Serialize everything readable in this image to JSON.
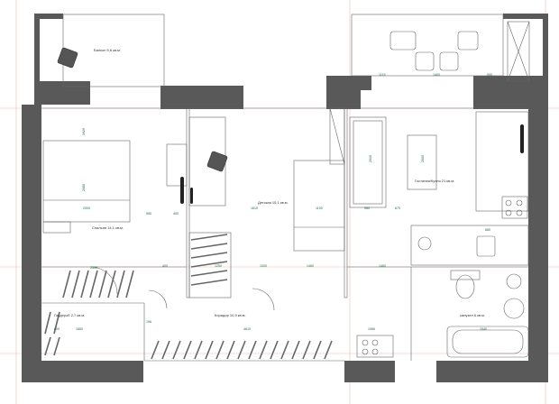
{
  "rooms": {
    "balcony_left": "Балкон 5,6 кв.м.",
    "bedroom": "Спальня 14,1 кв.м.",
    "nursery": "Детская 15,1 кв.м.",
    "living_kitchen": "Гостиная/Кухня 21 кв.м.",
    "wardrobe": "Гардероб 2,7 кв.м.",
    "corridor": "Коридор 10,9 кв.м.",
    "bathroom": "санузел 6 кв.м."
  },
  "dims": {
    "d_1115": "1115",
    "d_1400": "1400",
    "d_900": "900",
    "d_1920": "1920",
    "d_2000": "2000",
    "d_2080": "2080",
    "d_2350": "2350",
    "d_950": "950",
    "d_400": "400",
    "d_1610": "1610",
    "d_1100": "1100",
    "d_1460": "1460",
    "d_670": "670",
    "d_1000": "1000",
    "d_1460b": "1460",
    "d_1650": "1650",
    "d_4610": "4610",
    "d_1066": "1066",
    "d_1540": "1540",
    "d_1250": "1250",
    "d_980": "980",
    "d_600": "600",
    "d_400b": "400",
    "d_2010": "2010",
    "d_2500": "2500",
    "d_680": "680",
    "d_196": "196"
  },
  "colors": {
    "wall": "#595959",
    "line": "#666666",
    "guide": "#f2b8b8",
    "dimension": "#1a6b3a"
  }
}
